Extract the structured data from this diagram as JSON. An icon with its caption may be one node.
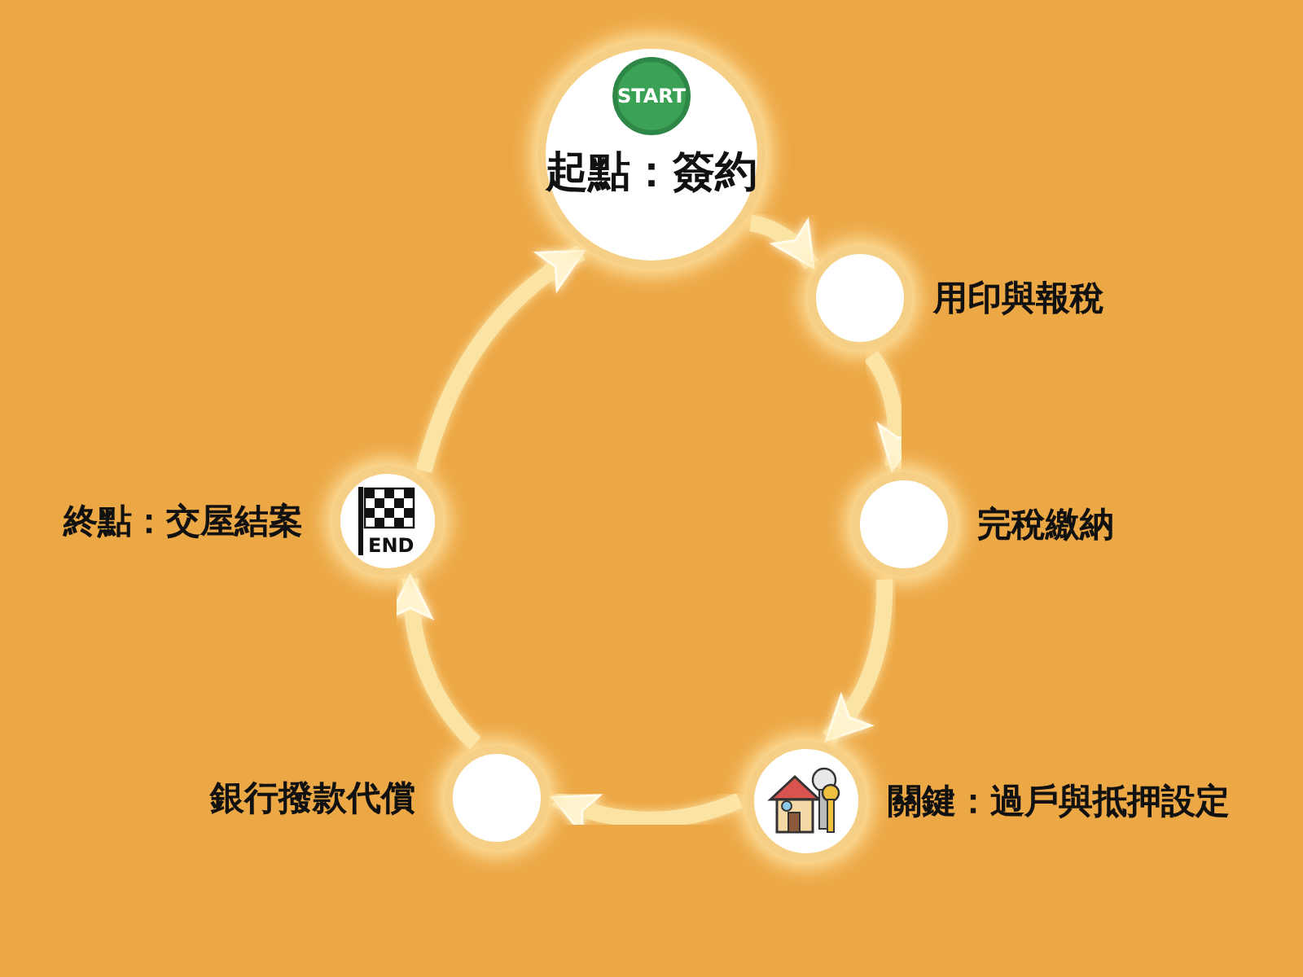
{
  "diagram": {
    "nodes": [
      {
        "text": [
          "START",
          "起點：簽約"
        ]
      },
      {
        "text": [
          "用印與報稅"
        ]
      },
      {
        "text": [
          "完稅繳納"
        ]
      },
      {
        "text": [
          "關鍵：過戶與抵押設定"
        ]
      },
      {
        "text": [
          "銀行撥款代償"
        ]
      },
      {
        "text": [
          "終點：交屋結案",
          "END"
        ]
      }
    ],
    "edges": [
      {
        "from": 0,
        "to": 1,
        "arrow": "to"
      },
      {
        "from": 1,
        "to": 2,
        "arrow": "to"
      },
      {
        "from": 2,
        "to": 3,
        "arrow": "to"
      },
      {
        "from": 3,
        "to": 4,
        "arrow": "to"
      },
      {
        "from": 4,
        "to": 5,
        "arrow": "to"
      },
      {
        "from": 5,
        "to": 0,
        "arrow": "to"
      }
    ]
  }
}
